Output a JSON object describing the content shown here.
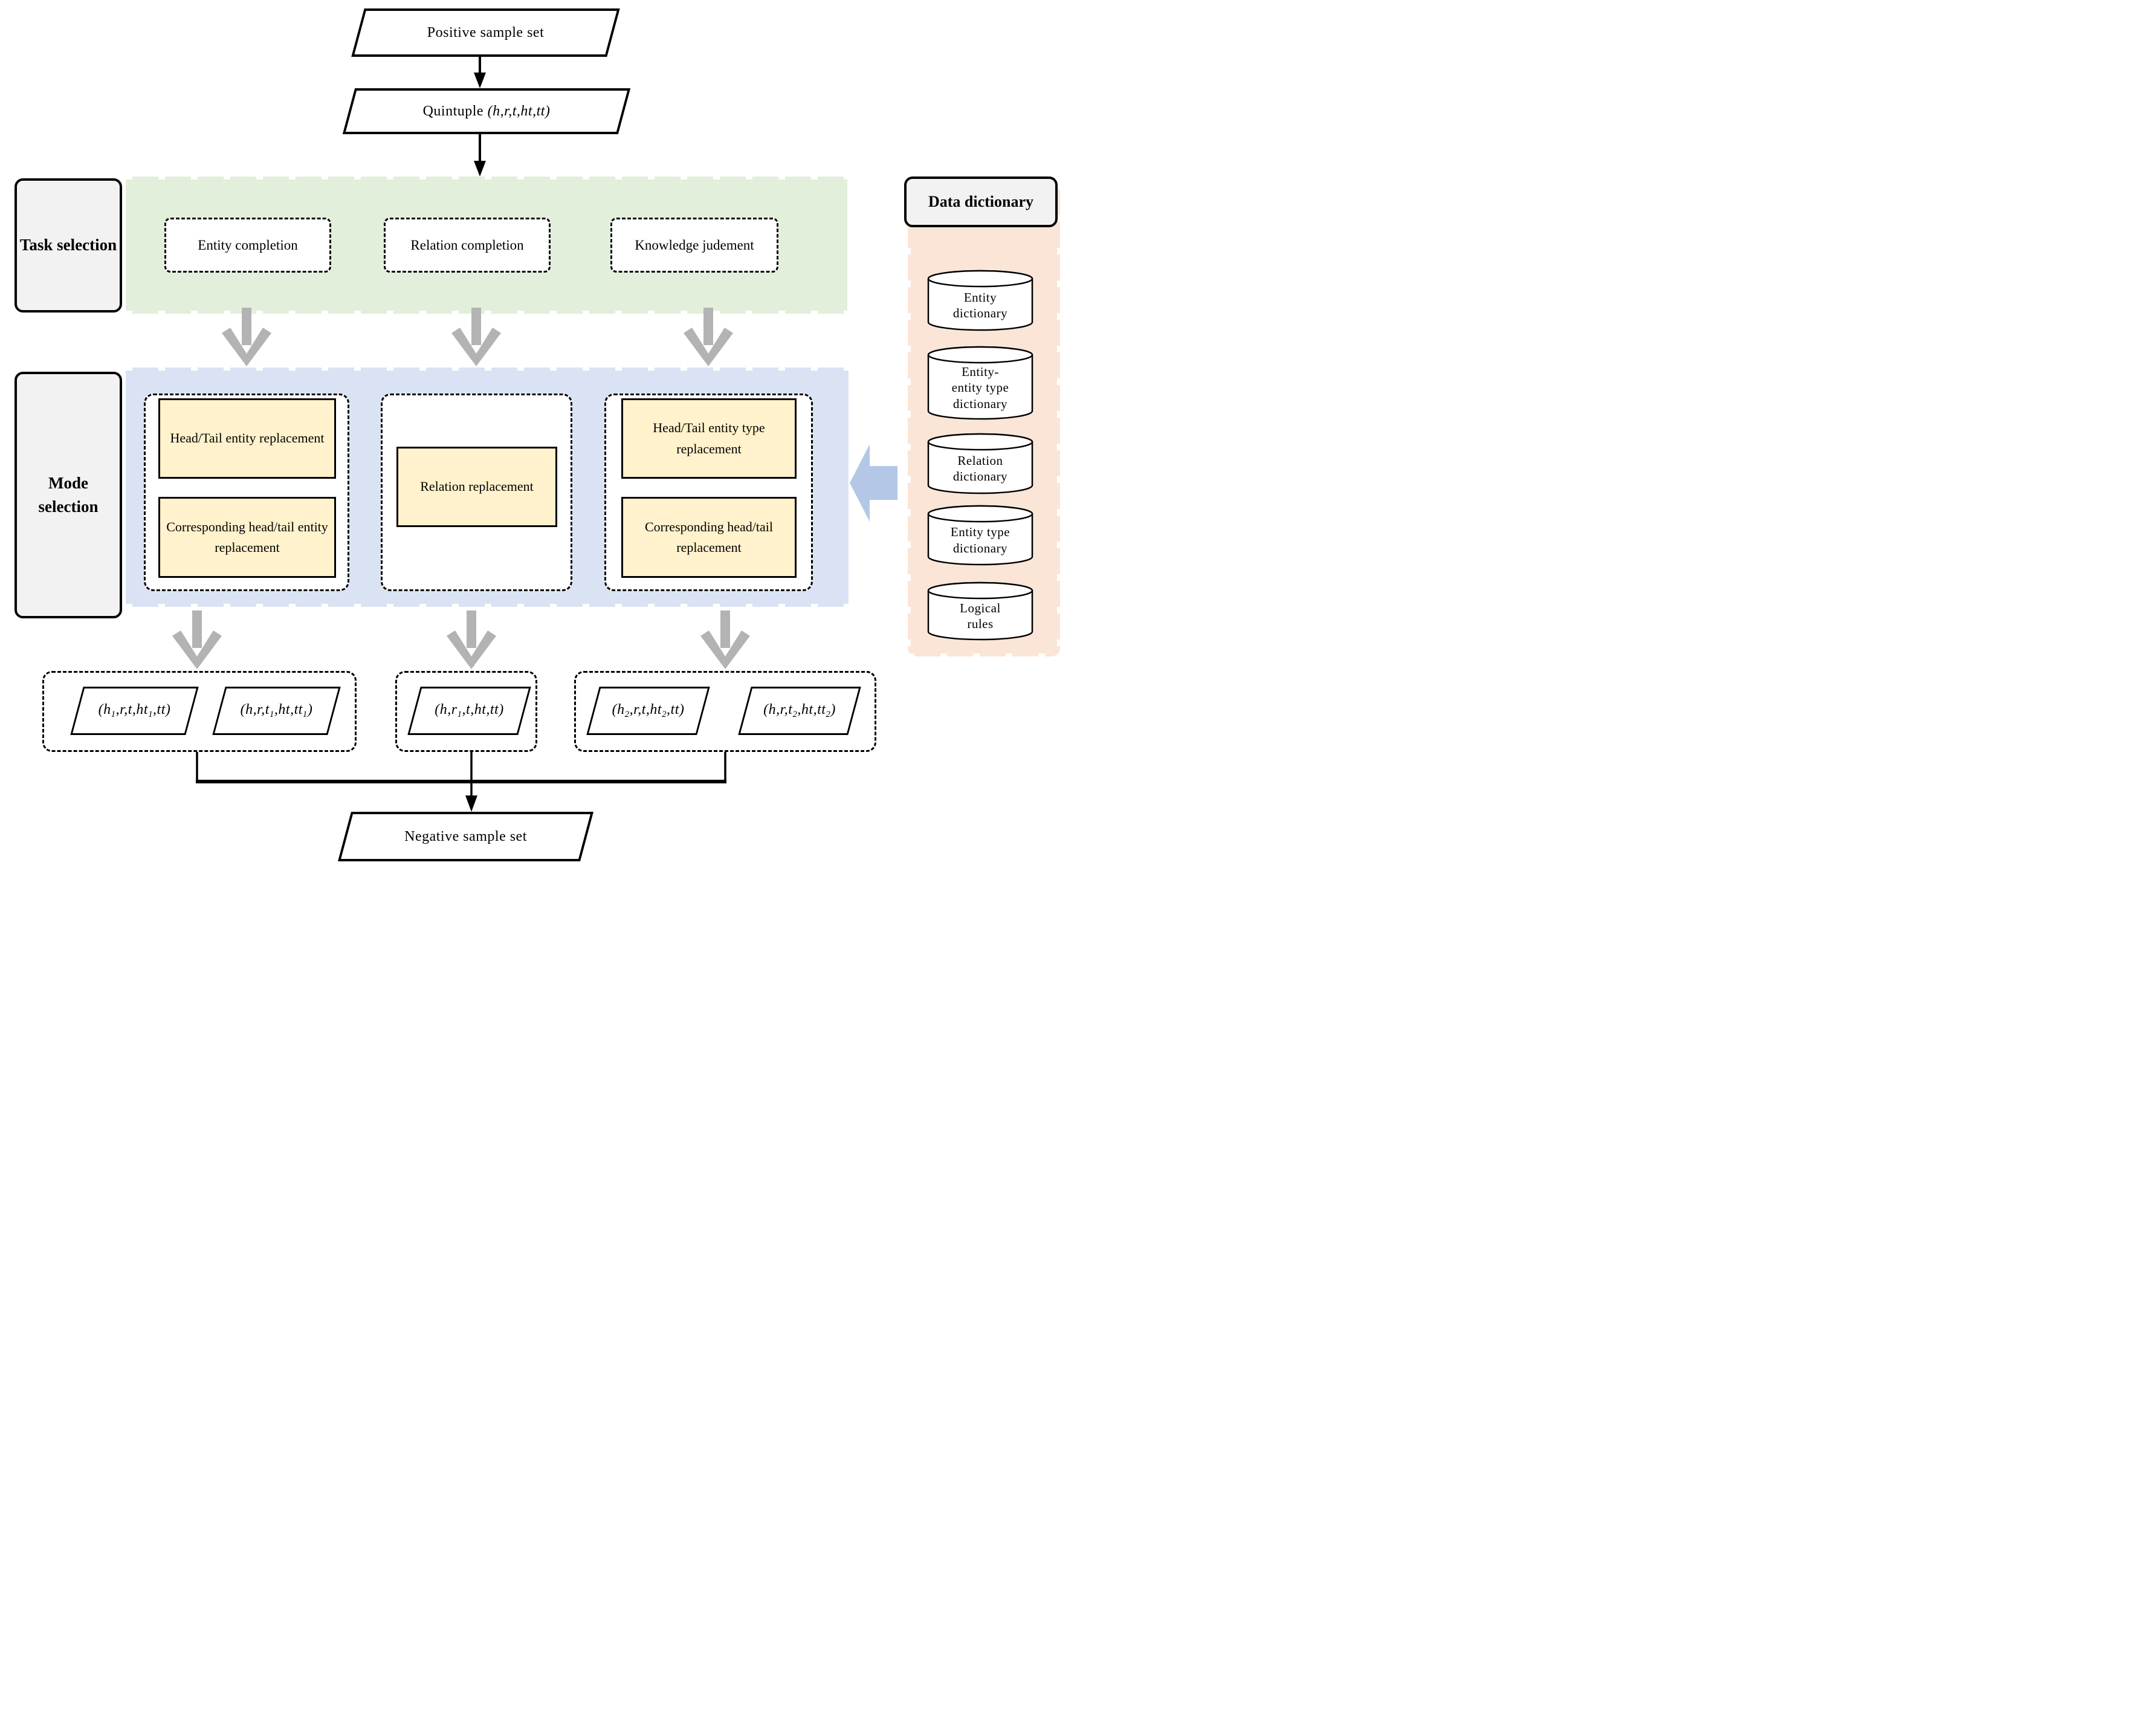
{
  "flow": {
    "positive_sample_set": "Positive sample set",
    "quintuple_segments": [
      {
        "t": "Quintuple "
      },
      {
        "i": "(h,r,t,ht,tt)"
      }
    ],
    "negative_sample_set": "Negative sample set"
  },
  "task_band": {
    "label": "Task selection",
    "tasks": [
      "Entity completion",
      "Relation completion",
      "Knowledge judement"
    ]
  },
  "mode_band": {
    "label": "Mode selection",
    "entity_modes": [
      "Head/Tail entity replacement",
      "Corresponding head/tail entity replacement"
    ],
    "relation_modes": [
      "Relation replacement"
    ],
    "type_modes": [
      "Head/Tail entity type replacement",
      "Corresponding head/tail replacement"
    ]
  },
  "outputs": {
    "entity_tuples": [
      [
        {
          "i": "(h"
        },
        {
          "s": "1"
        },
        {
          "i": ",r,t,ht"
        },
        {
          "s": "1"
        },
        {
          "i": ",tt)"
        }
      ],
      [
        {
          "i": "(h,r,t"
        },
        {
          "s": "1"
        },
        {
          "i": ",ht,tt"
        },
        {
          "s": "1"
        },
        {
          "i": ")"
        }
      ]
    ],
    "relation_tuples": [
      [
        {
          "i": "(h,r"
        },
        {
          "s": "1"
        },
        {
          "i": ",t,ht,tt)"
        }
      ]
    ],
    "type_tuples": [
      [
        {
          "i": "(h"
        },
        {
          "s": "2"
        },
        {
          "i": ",r,t,ht"
        },
        {
          "s": "2"
        },
        {
          "i": ",tt)"
        }
      ],
      [
        {
          "i": "(h,r,t"
        },
        {
          "s": "2"
        },
        {
          "i": ",ht,tt"
        },
        {
          "s": "2"
        },
        {
          "i": ")"
        }
      ]
    ]
  },
  "data_dictionary": {
    "header": "Data dictionary",
    "stores": [
      {
        "lines": [
          "Entity",
          "dictionary"
        ]
      },
      {
        "lines": [
          "Entity-",
          "entity type",
          "dictionary"
        ]
      },
      {
        "lines": [
          "Relation",
          "dictionary"
        ]
      },
      {
        "lines": [
          "Entity type",
          "dictionary"
        ]
      },
      {
        "lines": [
          "Logical",
          "rules"
        ]
      }
    ]
  },
  "colors": {
    "task_band_fill": "#e2efda",
    "mode_band_fill": "#dae3f3",
    "dictionary_panel_fill": "#fbe5d6",
    "mode_box_fill": "#fff2cc",
    "label_box_fill": "#f2f2f2",
    "gray_arrow": "#b3b3b3",
    "blue_arrow": "#b4c7e7",
    "line": "#000000"
  }
}
